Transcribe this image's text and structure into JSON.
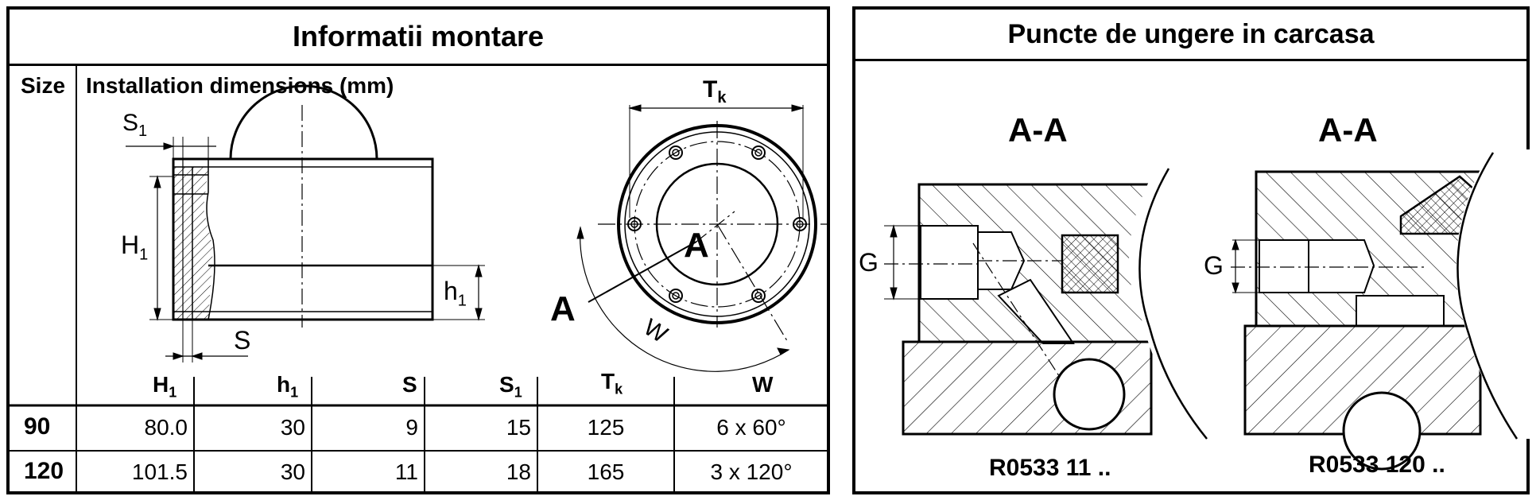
{
  "left": {
    "title": "Informatii montare",
    "size_label": "Size",
    "dims_label": "Installation dimensions (mm)",
    "drawing_labels": {
      "s1": "S",
      "s1_sub": "1",
      "h1_big": "H",
      "h1_big_sub": "1",
      "h1_small": "h",
      "h1_small_sub": "1",
      "s": "S",
      "tk": "T",
      "tk_sub": "k",
      "a_center": "A",
      "a_left": "A",
      "w": "W"
    },
    "table": {
      "columns": [
        {
          "main": "H",
          "sub": "1"
        },
        {
          "main": "h",
          "sub": "1"
        },
        {
          "main": "S",
          "sub": ""
        },
        {
          "main": "S",
          "sub": "1"
        },
        {
          "main": "T",
          "sub": "k"
        },
        {
          "main": "W",
          "sub": ""
        }
      ],
      "rows": [
        {
          "size": "90",
          "values": [
            "80.0",
            "30",
            "9",
            "15",
            "125",
            "6 x 60°"
          ]
        },
        {
          "size": "120",
          "values": [
            "101.5",
            "30",
            "11",
            "18",
            "165",
            "3 x 120°"
          ]
        }
      ]
    }
  },
  "right": {
    "title": "Puncte de ungere in carcasa",
    "section_label_1": "A-A",
    "section_label_2": "A-A",
    "g_label_1": "G",
    "g_label_2": "G",
    "caption_1": "R0533  11 ..",
    "caption_2": "R0533 120 .."
  }
}
